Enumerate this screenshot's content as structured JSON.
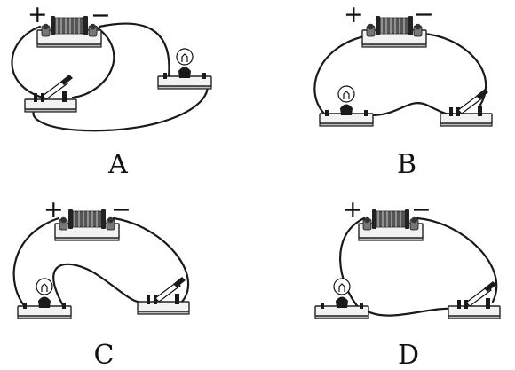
{
  "circuits": [
    {
      "letter": "A",
      "plus": "+",
      "minus": "−"
    },
    {
      "letter": "B",
      "plus": "+",
      "minus": "−"
    },
    {
      "letter": "C",
      "plus": "+",
      "minus": "−"
    },
    {
      "letter": "D",
      "plus": "+",
      "minus": "−"
    }
  ]
}
